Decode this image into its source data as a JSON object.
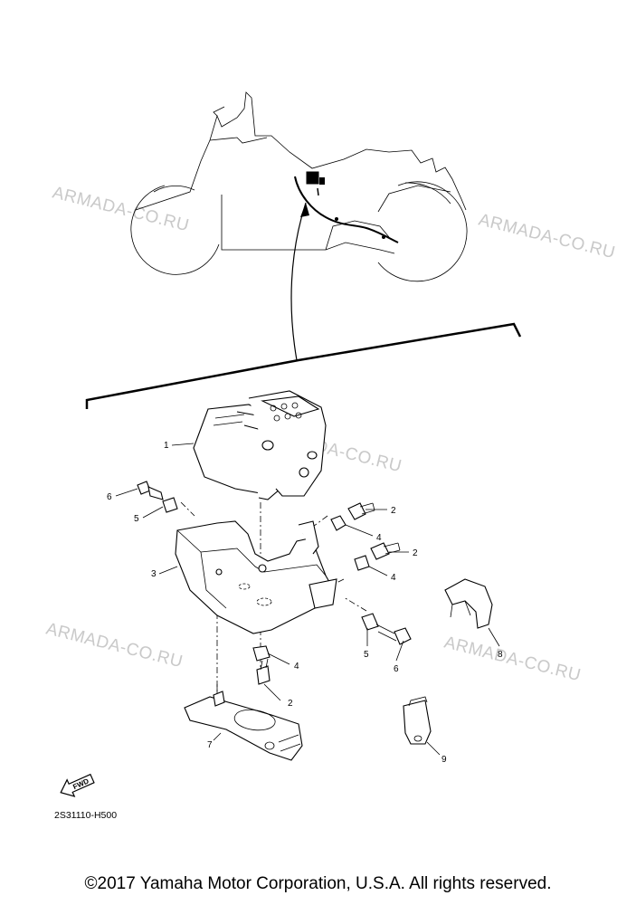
{
  "watermark": "ARMADA-CO.RU",
  "callouts": {
    "c1": "1",
    "c2a": "2",
    "c2b": "2",
    "c2c": "2",
    "c3": "3",
    "c4a": "4",
    "c4b": "4",
    "c4c": "4",
    "c5a": "5",
    "c5b": "5",
    "c6a": "6",
    "c6b": "6",
    "c7": "7",
    "c8": "8",
    "c9": "9"
  },
  "fwd_label": "FWD",
  "part_code": "2S31110-H500",
  "copyright": "©2017 Yamaha Motor Corporation, U.S.A. All rights reserved."
}
